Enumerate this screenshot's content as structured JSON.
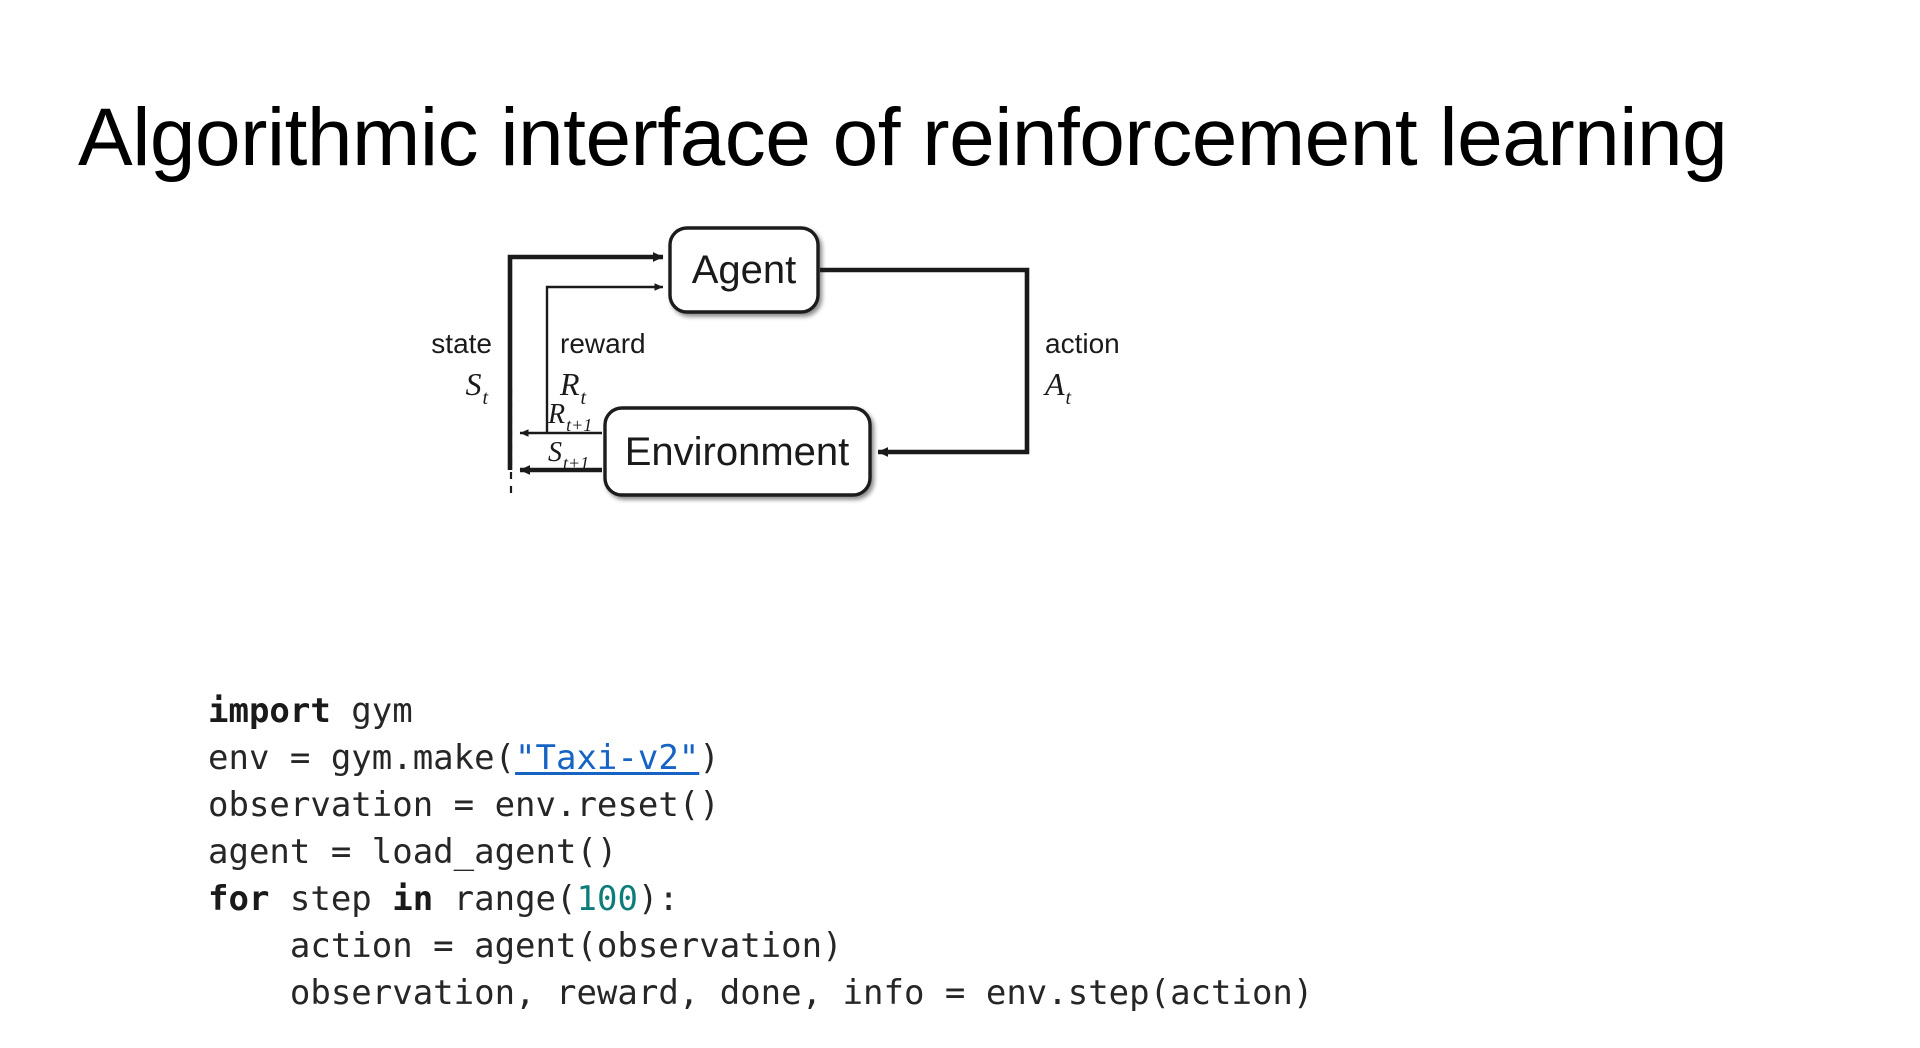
{
  "slide": {
    "title": "Algorithmic interface of reinforcement learning",
    "background_color": "#ffffff",
    "text_color": "#000000"
  },
  "diagram": {
    "name": "agent-environment-interaction-loop",
    "type": "flow-diagram",
    "nodes": [
      {
        "id": "agent",
        "label": "Agent"
      },
      {
        "id": "environment",
        "label": "Environment"
      }
    ],
    "edges": [
      {
        "id": "state-edge",
        "from": "environment",
        "to": "agent",
        "label": "state",
        "symbol": "S",
        "subscript": "t",
        "stroke": "thick"
      },
      {
        "id": "reward-edge",
        "from": "environment",
        "to": "agent",
        "label": "reward",
        "symbol": "R",
        "subscript": "t",
        "stroke": "thin"
      },
      {
        "id": "action-edge",
        "from": "agent",
        "to": "environment",
        "label": "action",
        "symbol": "A",
        "subscript": "t",
        "stroke": "thick"
      }
    ],
    "emitted": [
      {
        "id": "reward-next",
        "symbol": "R",
        "subscript": "t+1",
        "stroke": "thin"
      },
      {
        "id": "state-next",
        "symbol": "S",
        "subscript": "t+1",
        "stroke": "thick"
      }
    ],
    "labels": {
      "state": "state",
      "reward": "reward",
      "action": "action",
      "state_symbol": "S",
      "reward_symbol": "R",
      "action_symbol": "A",
      "subscript_t": "t",
      "subscript_t_plus_1": "t+1",
      "reward_next": "R",
      "state_next": "S"
    },
    "time_boundary": "dashed-vertical-line",
    "stroke_color": "#1a1a1a"
  },
  "code": {
    "language": "python",
    "link_color": "#1763c4",
    "number_color": "#0e7c7b",
    "keyword_color": "#1a1a1a",
    "text_color": "#262626",
    "lines": [
      {
        "id": "line-1",
        "tokens": [
          {
            "t": "import",
            "k": "kw"
          },
          {
            "t": " gym",
            "k": ""
          }
        ]
      },
      {
        "id": "line-2",
        "tokens": [
          {
            "t": "env = gym.make(",
            "k": ""
          },
          {
            "t": "\"Taxi-v2\"",
            "k": "link"
          },
          {
            "t": ")",
            "k": ""
          }
        ]
      },
      {
        "id": "line-3",
        "tokens": [
          {
            "t": "observation = env.reset()",
            "k": ""
          }
        ]
      },
      {
        "id": "line-4",
        "tokens": [
          {
            "t": "agent = load_agent()",
            "k": ""
          }
        ]
      },
      {
        "id": "line-5",
        "tokens": [
          {
            "t": "for",
            "k": "kw"
          },
          {
            "t": " step ",
            "k": ""
          },
          {
            "t": "in",
            "k": "kw"
          },
          {
            "t": " range(",
            "k": ""
          },
          {
            "t": "100",
            "k": "num"
          },
          {
            "t": "):",
            "k": ""
          }
        ]
      },
      {
        "id": "line-6",
        "tokens": [
          {
            "t": "    action = agent(observation)",
            "k": ""
          }
        ]
      },
      {
        "id": "line-7",
        "tokens": [
          {
            "t": "    observation, reward, done, info = env.step(action)",
            "k": ""
          }
        ]
      }
    ],
    "plain_text": "import gym\nenv = gym.make(\"Taxi-v2\")\nobservation = env.reset()\nagent = load_agent()\nfor step in range(100):\n    action = agent(observation)\n    observation, reward, done, info = env.step(action)",
    "link_target_label": "\"Taxi-v2\""
  }
}
